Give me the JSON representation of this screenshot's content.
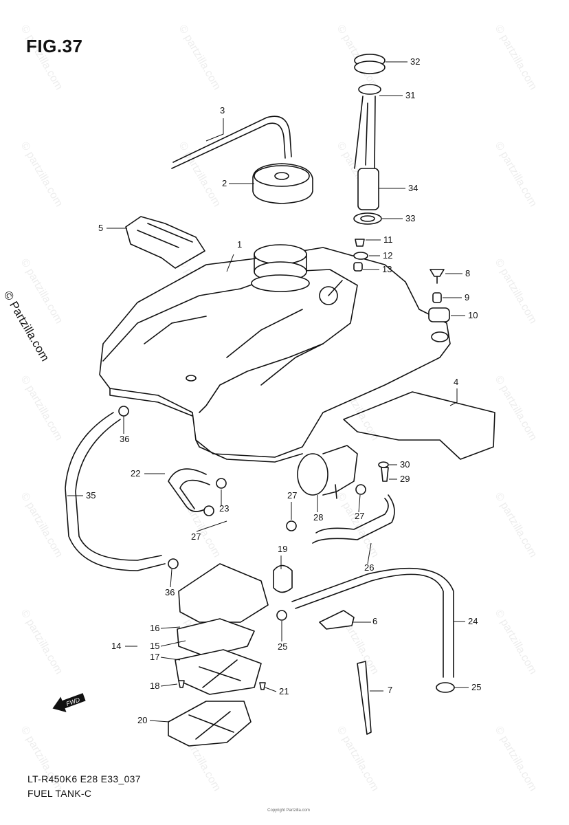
{
  "figure": {
    "title": "FIG.37",
    "model_code": "LT-R450K6 E28 E33_037",
    "name": "FUEL TANK-C",
    "side_mark": "© Partzilla.com",
    "watermark": "© partzilla.com",
    "copyright": "Copyright Partzilla.com"
  },
  "fwd_label": "FWD",
  "parts": [
    {
      "number": "1"
    },
    {
      "number": "2"
    },
    {
      "number": "3"
    },
    {
      "number": "4"
    },
    {
      "number": "5"
    },
    {
      "number": "6"
    },
    {
      "number": "7"
    },
    {
      "number": "8"
    },
    {
      "number": "9"
    },
    {
      "number": "10"
    },
    {
      "number": "11"
    },
    {
      "number": "12"
    },
    {
      "number": "13"
    },
    {
      "number": "14"
    },
    {
      "number": "15"
    },
    {
      "number": "16"
    },
    {
      "number": "17"
    },
    {
      "number": "18"
    },
    {
      "number": "19"
    },
    {
      "number": "20"
    },
    {
      "number": "21"
    },
    {
      "number": "22"
    },
    {
      "number": "23"
    },
    {
      "number": "24"
    },
    {
      "number": "25"
    },
    {
      "number": "25"
    },
    {
      "number": "26"
    },
    {
      "number": "27"
    },
    {
      "number": "27"
    },
    {
      "number": "27"
    },
    {
      "number": "28"
    },
    {
      "number": "29"
    },
    {
      "number": "30"
    },
    {
      "number": "31"
    },
    {
      "number": "32"
    },
    {
      "number": "33"
    },
    {
      "number": "34"
    },
    {
      "number": "35"
    },
    {
      "number": "36"
    },
    {
      "number": "36"
    }
  ]
}
